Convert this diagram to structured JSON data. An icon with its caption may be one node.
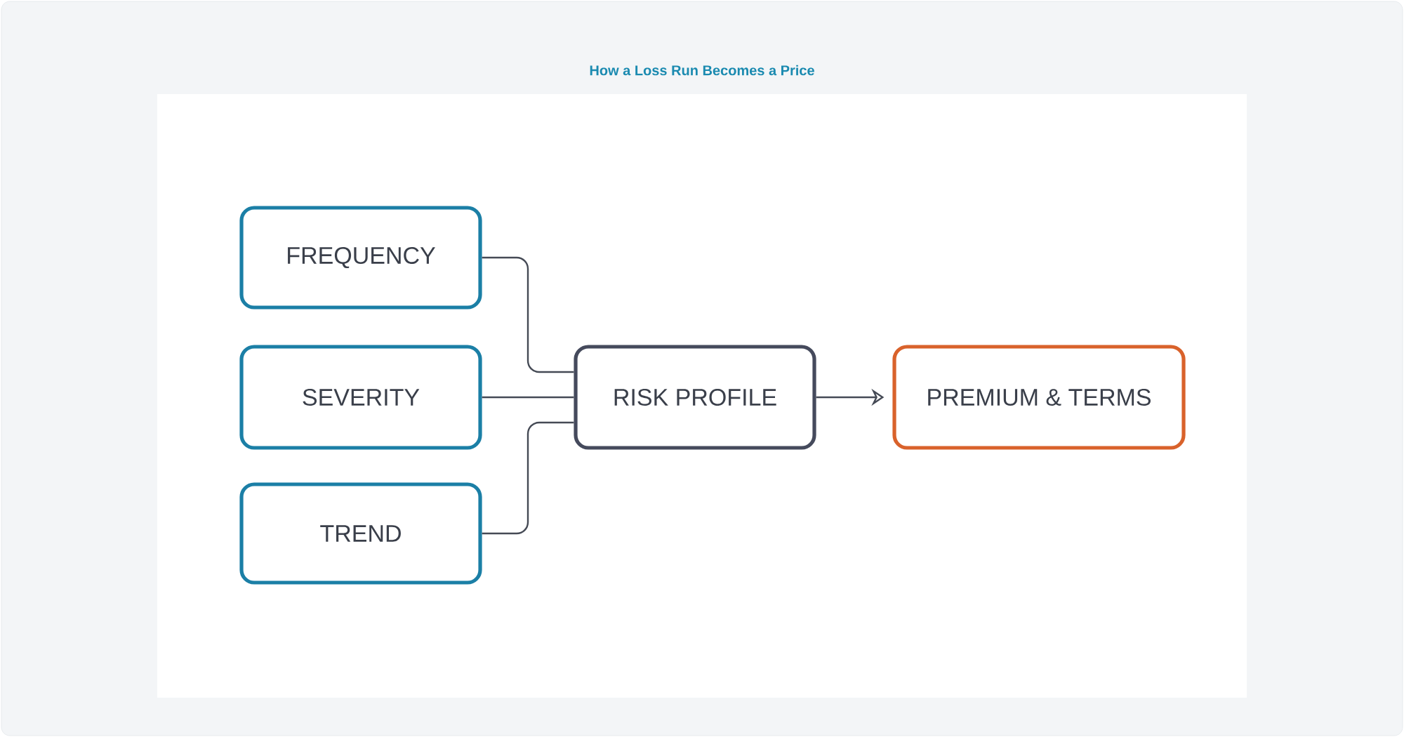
{
  "diagram": {
    "title": "How a Loss Run Becomes a Price",
    "nodes": [
      {
        "text": [
          "FREQUENCY"
        ]
      },
      {
        "text": [
          "SEVERITY"
        ]
      },
      {
        "text": [
          "TREND"
        ]
      },
      {
        "text": [
          "RISK PROFILE"
        ]
      },
      {
        "text": [
          "PREMIUM & TERMS"
        ]
      }
    ],
    "edges": [
      {
        "from": 0,
        "to": 3,
        "arrow": "none"
      },
      {
        "from": 1,
        "to": 3,
        "arrow": "none"
      },
      {
        "from": 2,
        "to": 3,
        "arrow": "none"
      },
      {
        "from": 3,
        "to": 4,
        "arrow": "to"
      }
    ]
  }
}
